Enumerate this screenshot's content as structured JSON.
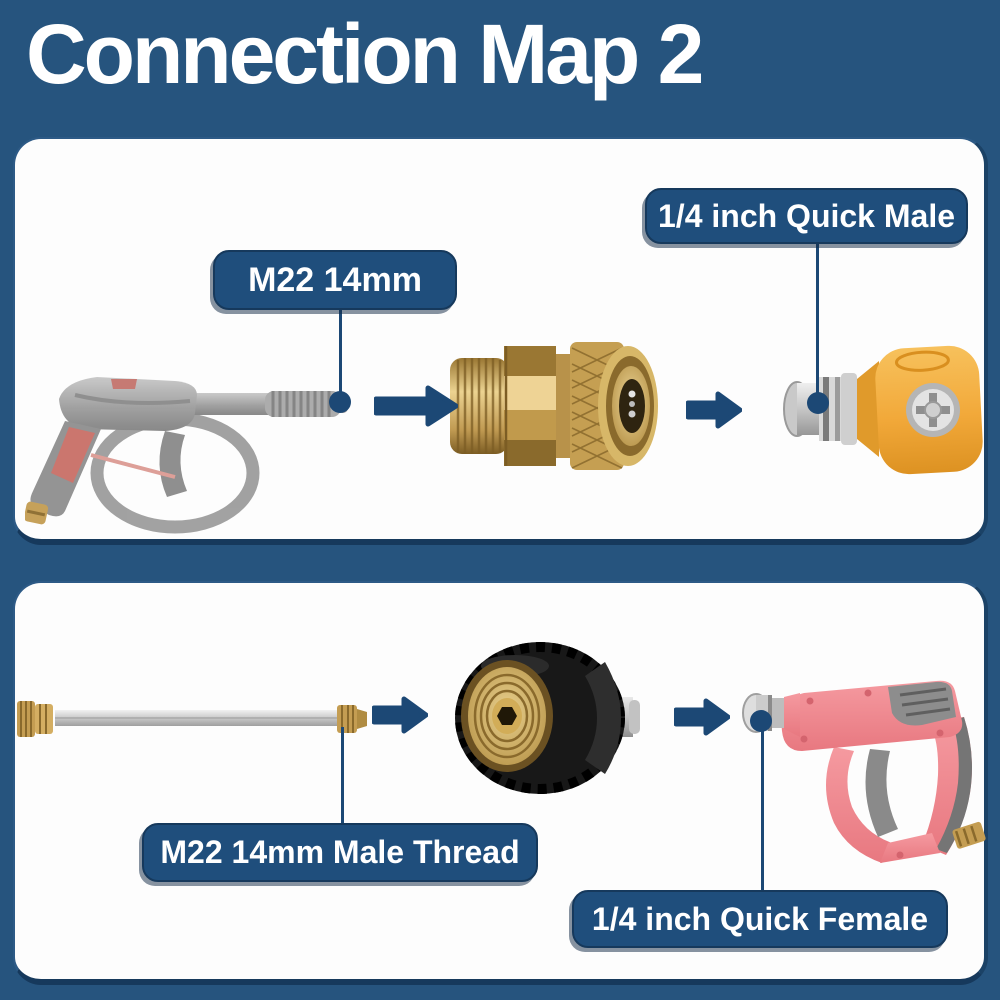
{
  "title": "Connection Map 2",
  "colors": {
    "background": "#26547E",
    "panel_bg": "#FDFDFD",
    "callout_bg": "#1F4E7C",
    "callout_border": "#16395C",
    "callout_text": "#FFFFFF",
    "arrow": "#1C4875",
    "title_text": "#FFFFFF",
    "brass": "#C49D52",
    "nozzle_yellow": "#F2AC3D",
    "gun_pink": "#EE858C",
    "gun_gray": "#9A9A9A",
    "adapter_black": "#1F1F1F"
  },
  "panel1": {
    "items": [
      {
        "icon": "gray-pressure-washer-gun-illustration"
      },
      {
        "icon": "brass-m22-quick-connect-adapter-illustration"
      },
      {
        "icon": "yellow-quick-connect-nozzle-illustration"
      }
    ],
    "callouts": {
      "gun_thread": "M22 14mm",
      "nozzle": "1/4 inch Quick Male"
    }
  },
  "panel2": {
    "items": [
      {
        "icon": "steel-extension-wand-illustration"
      },
      {
        "icon": "black-m22-female-adapter-illustration"
      },
      {
        "icon": "pink-pressure-washer-gun-illustration"
      }
    ],
    "callouts": {
      "wand_thread": "M22 14mm Male Thread",
      "gun_inlet": "1/4 inch Quick Female"
    }
  }
}
